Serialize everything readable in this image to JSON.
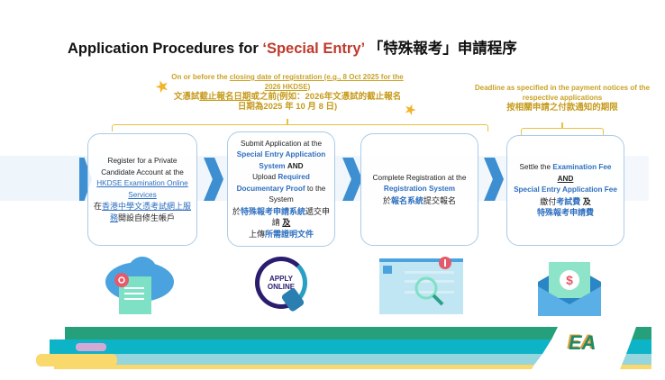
{
  "title": {
    "prefix": "Application Procedures for ",
    "special": "‘Special Entry’",
    "zh": "「特殊報考」申請程序"
  },
  "top_note": {
    "en1": "On or before the ",
    "en_link": "closing date of registration (e.g., 8 Oct 2025 for the 2026 HKDSE)",
    "zh1": "文憑試",
    "zh_u": "截止報名日期",
    "zh2": "或之前(例如：2026年文憑試的截止報名日期為2025 年 10 月 8 日)"
  },
  "right_note": {
    "en": "Deadline as specified in the payment notices of the respective applications",
    "zh": "按相關申請之付款通知的期限"
  },
  "steps": [
    {
      "en1": "Register for a Private Candidate Account at the",
      "en_link": "HKDSE Examination Online Services",
      "zh1": "在",
      "zh_link": "香港中學文憑考試網上服務",
      "zh2": "開設自修生帳戶"
    },
    {
      "en1": "Submit Application at the",
      "en_b1": "Special Entry Application System",
      "and": "AND",
      "en2": "Upload",
      "en_b2": "Required Documentary Proof",
      "en3": "to the System",
      "zh1": "於",
      "zh_b1": "特殊報考申請系統",
      "zh2": "遞交申請",
      "zh_and": "及",
      "zh3": "上傳",
      "zh_b2": "所需證明文件"
    },
    {
      "en1": "Complete Registration at the",
      "en_b": "Registration System",
      "zh1": "於",
      "zh_b": "報名系統",
      "zh2": "提交報名"
    },
    {
      "en1": "Settle the",
      "en_b1": "Examination Fee",
      "and": "AND",
      "en_b2": "Special Entry Application Fee",
      "zh1": "繳付",
      "zh_b1": "考試費",
      "zh_and": "及",
      "zh_b2": "特殊報考申請費"
    }
  ],
  "icons": {
    "apply_line1": "APPLY",
    "apply_line2": "ONLINE",
    "dollar": "$"
  },
  "logo": "EA"
}
